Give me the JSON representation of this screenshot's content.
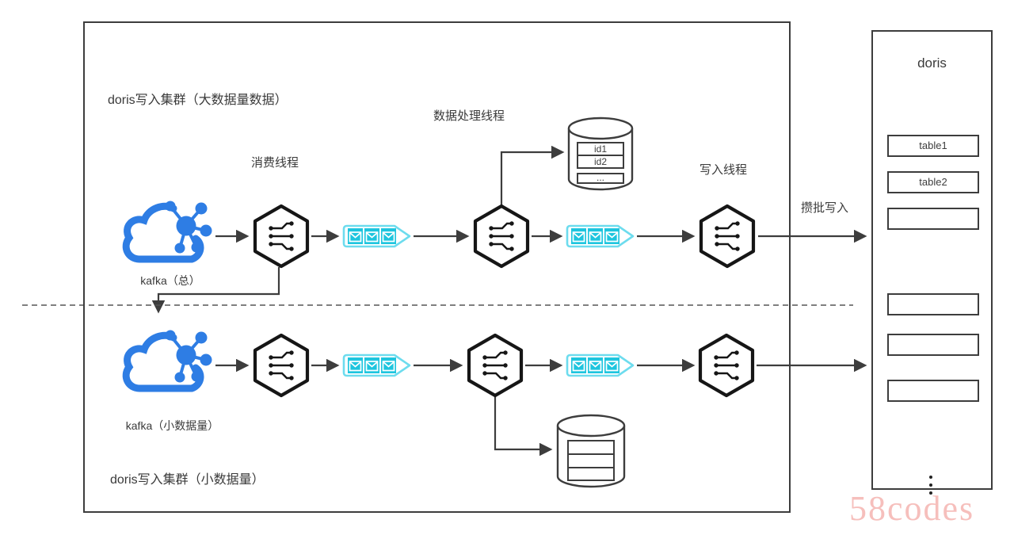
{
  "diagram": {
    "clusters": {
      "large": {
        "label": "doris写入集群（大数据量数据）"
      },
      "small": {
        "label": "doris写入集群（小数据量）"
      }
    },
    "nodes": {
      "kafka_main": "kafka（总）",
      "kafka_small": "kafka（小数据量）",
      "consumer_thread": "消费线程",
      "processing_thread": "数据处理线程",
      "write_thread": "写入线程"
    },
    "edges": {
      "batch_write": "攒批写入"
    },
    "id_cache_table": {
      "rows": [
        "id1",
        "id2",
        "..."
      ]
    },
    "doris_panel": {
      "title": "doris",
      "tables": [
        "table1",
        "table2",
        "",
        "",
        "",
        ""
      ]
    },
    "watermark": "58codes",
    "colors": {
      "kafka_blue": "#2e7de4",
      "queue_cyan": "#1ec5de",
      "queue_border": "#6ddcee",
      "line_dark": "#3d3d3d",
      "watermark_pink": "#f6bfbc"
    }
  }
}
